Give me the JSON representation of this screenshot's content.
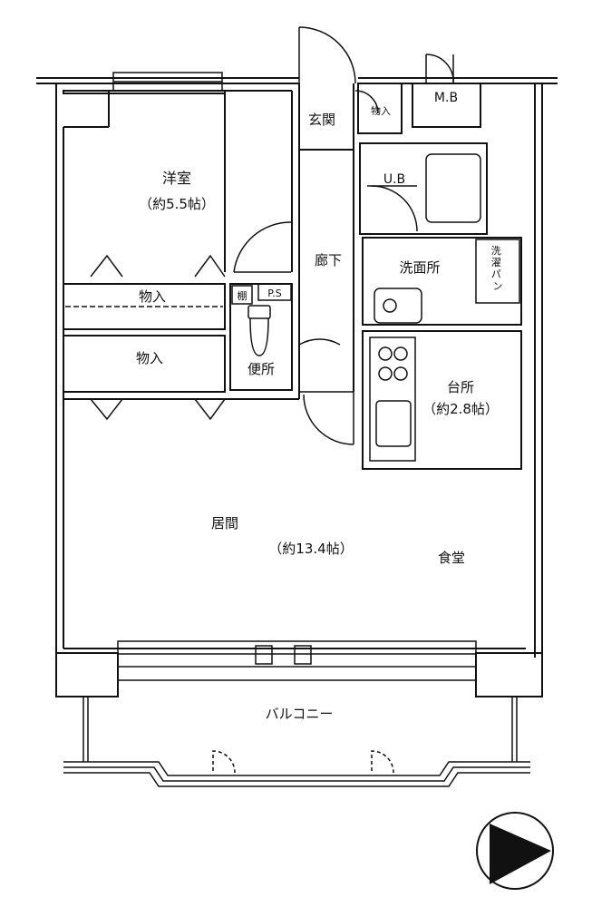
{
  "rooms": {
    "western_room": {
      "name": "洋室",
      "size": "（約5.5帖）"
    },
    "closet_1": "物入",
    "closet_2": "物入",
    "entrance": "玄関",
    "entrance_closet": "物入",
    "meter_box": "M.B",
    "unit_bath": "U.B",
    "hallway": "廊下",
    "washroom": "洗面所",
    "washing_pan": [
      "洗",
      "濯",
      "パ",
      "ン"
    ],
    "shelf": "棚",
    "pipe_space": "P.S",
    "toilet": "便所",
    "kitchen": {
      "name": "台所",
      "size": "（約2.8帖）"
    },
    "living": {
      "name": "居間",
      "size": "（約13.4帖）"
    },
    "dining": "食堂",
    "balcony": "バルコニー"
  }
}
